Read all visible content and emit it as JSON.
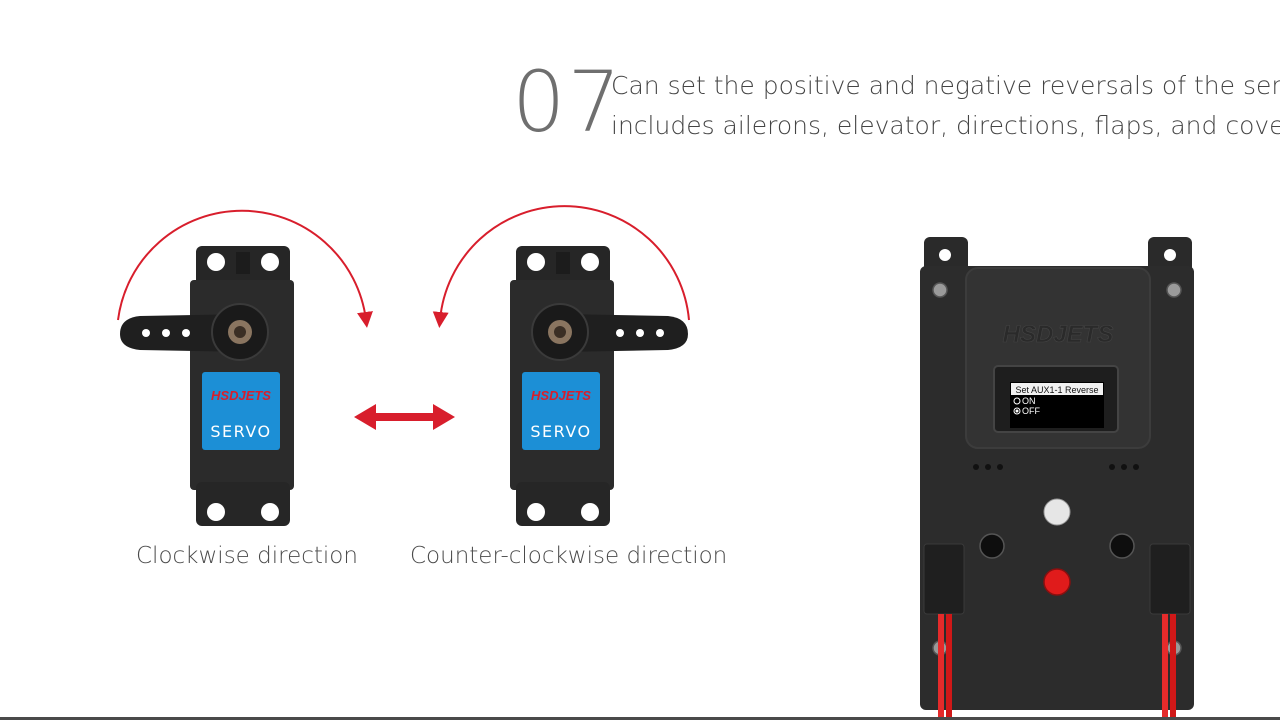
{
  "step": {
    "number": "07",
    "line1": "Can set the positive and negative reversals of the servo,",
    "line2": "includes ailerons, elevator, directions, flaps, and covers."
  },
  "servo_left": {
    "brand": "HSDJETS",
    "label": "SERVO",
    "caption": "Clockwise direction"
  },
  "servo_right": {
    "brand": "HSDJETS",
    "label": "SERVO",
    "caption": "Counter-clockwise direction"
  },
  "device": {
    "brand_emboss": "HSDJETS",
    "screen": {
      "title": "Set AUX1-1 Reverse",
      "options": [
        {
          "label": "ON",
          "selected": false
        },
        {
          "label": "OFF",
          "selected": true
        }
      ]
    }
  },
  "colors": {
    "accent_red": "#d81e2c",
    "servo_body": "#2b2b2b",
    "label_blue": "#1c8fd6",
    "device_body": "#2c2c2c"
  }
}
